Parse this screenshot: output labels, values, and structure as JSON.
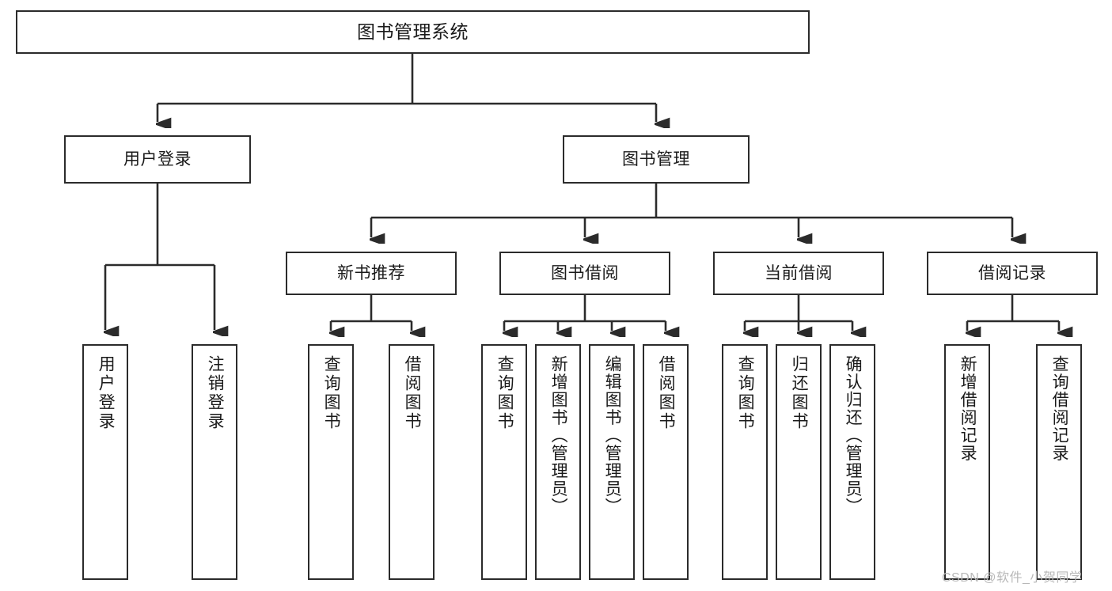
{
  "diagram": {
    "type": "tree-hierarchy",
    "title": "图书管理系统",
    "root": {
      "id": "root",
      "label": "图书管理系统"
    },
    "level1": [
      {
        "id": "user-login",
        "label": "用户登录"
      },
      {
        "id": "book-management",
        "label": "图书管理"
      }
    ],
    "level2": [
      {
        "id": "new-book-recommend",
        "label": "新书推荐",
        "parent": "book-management"
      },
      {
        "id": "book-borrow",
        "label": "图书借阅",
        "parent": "book-management"
      },
      {
        "id": "current-borrow",
        "label": "当前借阅",
        "parent": "book-management"
      },
      {
        "id": "borrow-record",
        "label": "借阅记录",
        "parent": "book-management"
      }
    ],
    "leaves": [
      {
        "id": "leaf-user-login",
        "label": "用户登录",
        "parent": "user-login"
      },
      {
        "id": "leaf-logout",
        "label": "注销登录",
        "parent": "user-login"
      },
      {
        "id": "leaf-query-book-1",
        "label": "查询图书",
        "parent": "new-book-recommend"
      },
      {
        "id": "leaf-borrow-book-1",
        "label": "借阅图书",
        "parent": "new-book-recommend"
      },
      {
        "id": "leaf-query-book-2",
        "label": "查询图书",
        "parent": "book-borrow"
      },
      {
        "id": "leaf-add-book",
        "label": "新增图书（管理员）",
        "parent": "book-borrow"
      },
      {
        "id": "leaf-edit-book",
        "label": "编辑图书（管理员）",
        "parent": "book-borrow"
      },
      {
        "id": "leaf-borrow-book-2",
        "label": "借阅图书",
        "parent": "book-borrow"
      },
      {
        "id": "leaf-query-book-3",
        "label": "查询图书",
        "parent": "current-borrow"
      },
      {
        "id": "leaf-return-book",
        "label": "归还图书",
        "parent": "current-borrow"
      },
      {
        "id": "leaf-confirm-return",
        "label": "确认归还（管理员）",
        "parent": "current-borrow"
      },
      {
        "id": "leaf-add-record",
        "label": "新增借阅记录",
        "parent": "borrow-record"
      },
      {
        "id": "leaf-query-record",
        "label": "查询借阅记录",
        "parent": "borrow-record"
      }
    ],
    "colors": {
      "stroke": "#2b2b2b",
      "fill": "#ffffff",
      "text": "#1a1a1a",
      "watermark": "#b8b8b8"
    }
  },
  "watermark": {
    "text": "CSDN @软件_小贺同学"
  }
}
